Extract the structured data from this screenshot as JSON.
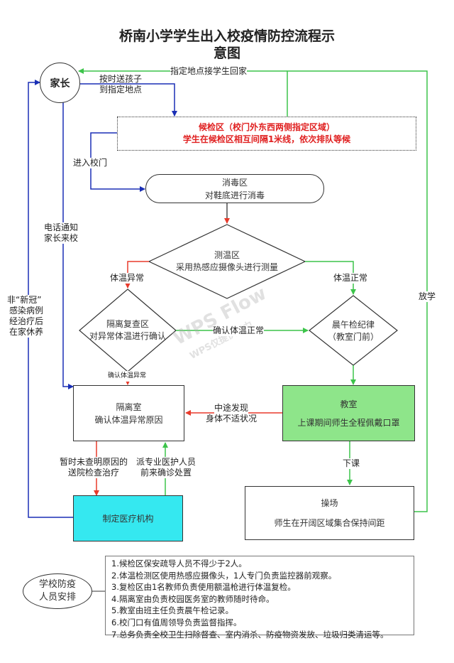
{
  "title": {
    "line1": "桥南小学学生出入校疫情防控流程示",
    "line2": "意图"
  },
  "nodes": {
    "parent": "家长",
    "waiting_area": {
      "line1": "候检区（校门外东西两侧指定区域）",
      "line2": "学生在候检区相互间隔1米线，依次排队等候"
    },
    "disinfection": {
      "line1": "消毒区",
      "line2": "对鞋底进行消毒"
    },
    "temperature_check": {
      "line1": "测温区",
      "line2": "采用热感应摄像头进行测量"
    },
    "recheck": {
      "line1": "隔离复查区",
      "line2": "对异常体温进行确认"
    },
    "morning_check": {
      "line1": "晨午检纪律",
      "line2": "（教室门前）"
    },
    "isolation_room": {
      "line1": "隔离室",
      "line2": "确认体温异常原因"
    },
    "classroom": {
      "line1": "教室",
      "line2": "上课期间师生全程佩戴口罩"
    },
    "medical": "制定医疗机构",
    "playground": {
      "line1": "操场",
      "line2": "师生在开阔区域集合保持间距"
    },
    "staff_arrangement": {
      "line1": "学校防疫",
      "line2": "人员安排"
    }
  },
  "labels": {
    "send_child_1": "按时送孩子",
    "send_child_2": "到指定地点",
    "pickup": "指定地点接学生回家",
    "enter_gate": "进入校门",
    "phone_1": "电话通知",
    "phone_2": "家长来校",
    "non_covid_1": "非“新冠”",
    "non_covid_2": "感染病例",
    "non_covid_3": "经治疗后",
    "non_covid_4": "在家休养",
    "temp_abnormal": "体温异常",
    "temp_normal": "体温正常",
    "confirm_normal": "确认体温正常",
    "confirm_abnormal": "确认体温异常",
    "unwell_1": "中途发现",
    "unwell_2": "身体不适状况",
    "unknown_1": "暂时未查明原因的",
    "unknown_2": "送院检查治疗",
    "send_medic_1": "派专业医护人员",
    "send_medic_2": "前来确诊处置",
    "dismiss_class": "下课",
    "school_out": "放学"
  },
  "notes": [
    "1.候检区保安疏导人员不得少于2人。",
    "2.体温检测区使用热感应摄像头，1人专门负责监控器前观察。",
    "3.复检区由1名教师负责使用额温枪进行体温复检。",
    "4.隔离室由负责校园医务室的教师随时待命。",
    "5.教室由班主任负责晨午检记录。",
    "6.校门口有值周领导负责监督指挥。",
    "7.总务负责全校卫生扫除督查、室内消杀、防疫物资发放、垃圾归类清运等。"
  ],
  "watermark": {
    "line1": "WPS Flow",
    "line2": "WPS仅提供能力"
  },
  "colors": {
    "blue_arrow": "#1a2fb5",
    "red_arrow": "#e83a2b",
    "green_arrow": "#3cc44a",
    "classroom_fill": "#8ee58a",
    "medical_fill": "#35e8f0",
    "waiting_text": "#e02020"
  }
}
